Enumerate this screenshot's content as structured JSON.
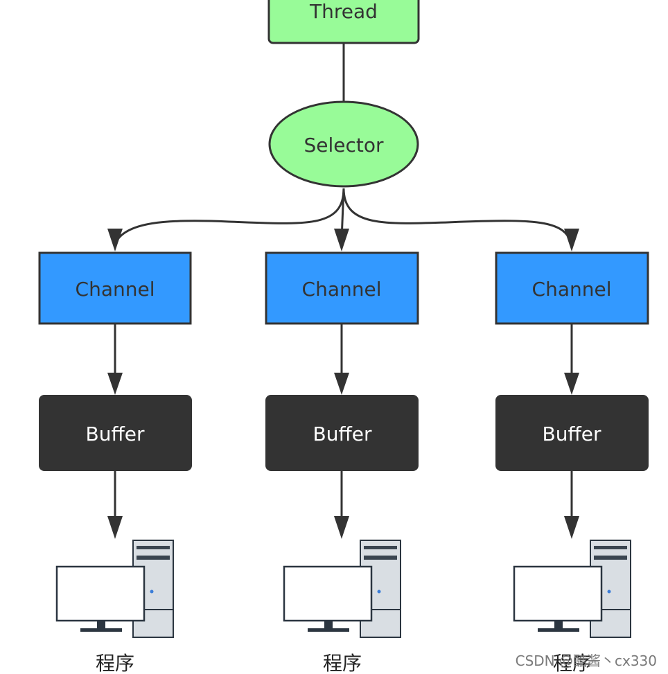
{
  "diagram": {
    "thread": {
      "label": "Thread",
      "fill": "#98fb98"
    },
    "selector": {
      "label": "Selector",
      "fill": "#98fb98"
    },
    "channel_fill": "#3399ff",
    "buffer_fill": "#333333",
    "columns": [
      {
        "channel": "Channel",
        "buffer": "Buffer",
        "program": "程序"
      },
      {
        "channel": "Channel",
        "buffer": "Buffer",
        "program": "程序"
      },
      {
        "channel": "Channel",
        "buffer": "Buffer",
        "program": "程序"
      }
    ],
    "watermark": "CSDN @酷酱丶cx330",
    "line_color": "#333333"
  }
}
